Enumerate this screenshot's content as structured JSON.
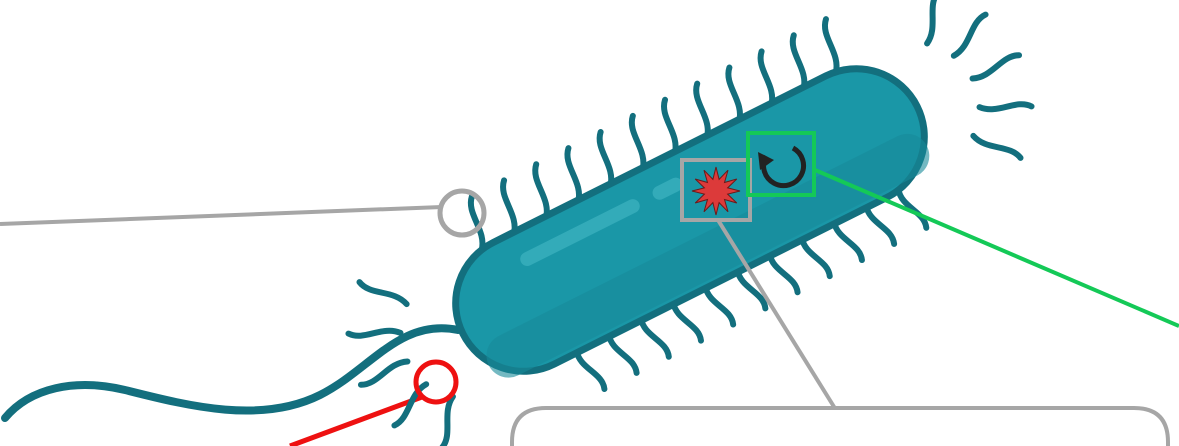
{
  "diagram": {
    "subject": "bacterium-cell",
    "colors": {
      "body_fill": "#1a97a7",
      "body_stroke": "#136f7e",
      "appendage": "#136f7e",
      "highlight": "#3fb3c1",
      "callout_gray": "#a6a6a6",
      "callout_red": "#ee1111",
      "callout_green": "#14c957",
      "burst_fill": "#dc3a3a",
      "cycle_icon": "#222222",
      "background": "#ffffff"
    },
    "callouts": [
      {
        "id": "pili-callout",
        "marker": "circle",
        "color_key": "callout_gray"
      },
      {
        "id": "flagellum-callout",
        "marker": "circle",
        "color_key": "callout_red"
      },
      {
        "id": "toxin-callout",
        "marker": "square",
        "icon": "burst-icon",
        "color_key": "callout_gray"
      },
      {
        "id": "replication-callout",
        "marker": "square",
        "icon": "cycle-arrow-icon",
        "color_key": "callout_green"
      }
    ],
    "label_box": {
      "text": ""
    }
  }
}
